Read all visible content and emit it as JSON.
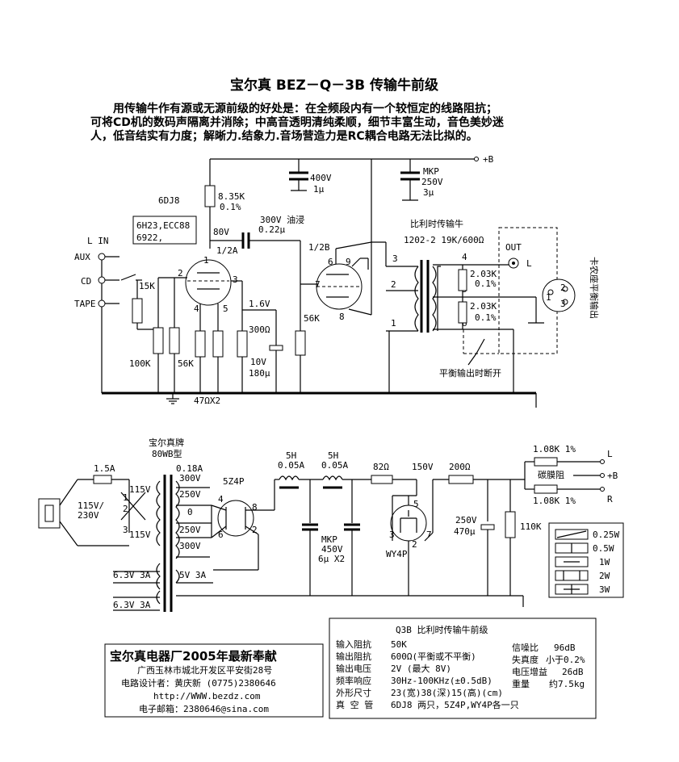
{
  "title": "宝尔真 BEZ－Q－3B 传输牛前级",
  "intro": [
    "用传输牛作有源或无源前级的好处是：在全频段内有一个较恒定的线路阻抗；",
    "可将CD机的数码声隔离并消除；中高音透明清纯柔顺，细节丰富生动，音色美妙迷",
    "人，低音结实有力度；解晰力.结象力.音场营造力是RC耦合电路无法比拟的。"
  ],
  "amp": {
    "b_plus": "+B",
    "cap_400v": "400V",
    "cap_1u": "1μ",
    "mkp": "MKP",
    "mkp_250v": "250V",
    "mkp_3u": "3μ",
    "r_835k": "8.35K",
    "r_835k_tol": "0.1%",
    "tube_6dj8": "6DJ8",
    "subs_1": "6H23,ECC88",
    "subs_2": "6922,",
    "v80": "80V",
    "half_a": "1/2A",
    "cap_300v": "300V 油浸",
    "cap_022": "0.22μ",
    "half_b": "1/2B",
    "trans_name": "比利时传输牛",
    "trans_model": "1202-2 19K/600Ω",
    "out": "OUT",
    "l": "L",
    "xlr_label": "卡农座平衡输出",
    "in_label": "L IN",
    "aux": "AUX",
    "cd": "CD",
    "tape": "TAPE",
    "r15k": "15K",
    "r100k": "100K",
    "r56k": "56K",
    "r56k_b": "56K",
    "r47x2": "47ΩX2",
    "v16": "1.6V",
    "r300": "300Ω",
    "c10v": "10V",
    "c180": "180μ",
    "r203k_1": "2.03K",
    "r203k_1t": "0.1%",
    "r203k_2": "2.03K",
    "r203k_2t": "0.1%",
    "bal_note": "平衡输出时断开",
    "pins": [
      "1",
      "2",
      "3",
      "4",
      "5",
      "6",
      "7",
      "8",
      "9",
      "1",
      "2",
      "3",
      "4",
      "5",
      "6"
    ],
    "xlr_pins": [
      "1",
      "2",
      "3"
    ]
  },
  "psu": {
    "brand": "宝尔真牌",
    "model": "80WB型",
    "fuse": "1.5A",
    "mains": "115V/",
    "mains2": "230V",
    "p115a": "115V",
    "p115b": "115V",
    "s018": "0.18A",
    "s300a": "300V",
    "s250a": "250V",
    "s0": "0",
    "s250b": "250V",
    "s300b": "300V",
    "s5v": "5V 3A",
    "h1": "6.3V 3A",
    "h2": "6.3V 3A",
    "rect": "5Z4P",
    "l1": "5H",
    "l1a": "0.05A",
    "l2": "5H",
    "l2a": "0.05A",
    "r82": "82Ω",
    "v150": "150V",
    "r200": "200Ω",
    "mkp": "MKP",
    "mkp_v": "450V",
    "mkp_c": "6μ X2",
    "reg": "WY4P",
    "c250": "250V",
    "c470": "470μ",
    "r110": "110K",
    "r108a": "1.08K 1%",
    "r108b": "1.08K 1%",
    "film": "碳膜阻",
    "out_l": "L",
    "out_b": "+B",
    "out_r": "R",
    "pin_labels": [
      "1",
      "2",
      "3",
      "4",
      "5",
      "6",
      "8",
      "2",
      "5",
      "3",
      "7",
      "2"
    ]
  },
  "legend": {
    "items": [
      "0.25W",
      "0.5W",
      "1W",
      "2W",
      "3W"
    ]
  },
  "spec": {
    "title": "Q3B 比利时传输牛前级",
    "rows": [
      {
        "k": "输入阻抗",
        "v": "50K"
      },
      {
        "k": "输出阻抗",
        "v": "600Ω(平衡或不平衡)"
      },
      {
        "k": "输出电压",
        "v": "2V (最大 8V)"
      },
      {
        "k": "频率响应",
        "v": "30Hz-100KHz(±0.5dB)"
      },
      {
        "k": "外形尺寸",
        "v": "23(宽)38(深)15(高)(cm)"
      },
      {
        "k": "真 空 管",
        "v": "6DJ8 两只，5Z4P,WY4P各一只"
      }
    ],
    "right": [
      {
        "k": "信噪比",
        "v": "96dB"
      },
      {
        "k": "失真度",
        "v": "小于0.2%"
      },
      {
        "k": "电压增益",
        "v": "26dB"
      },
      {
        "k": "重量",
        "v": "约7.5kg"
      }
    ]
  },
  "company": {
    "name": "宝尔真电器厂2005年最新奉献",
    "addr": "广西玉林市城北开发区平安街28号",
    "designer": "电路设计者：黄庆新  (0775)2380646",
    "web": "http://WWW.bezdz.com",
    "email": "电子邮箱：2380646@sina.com"
  }
}
